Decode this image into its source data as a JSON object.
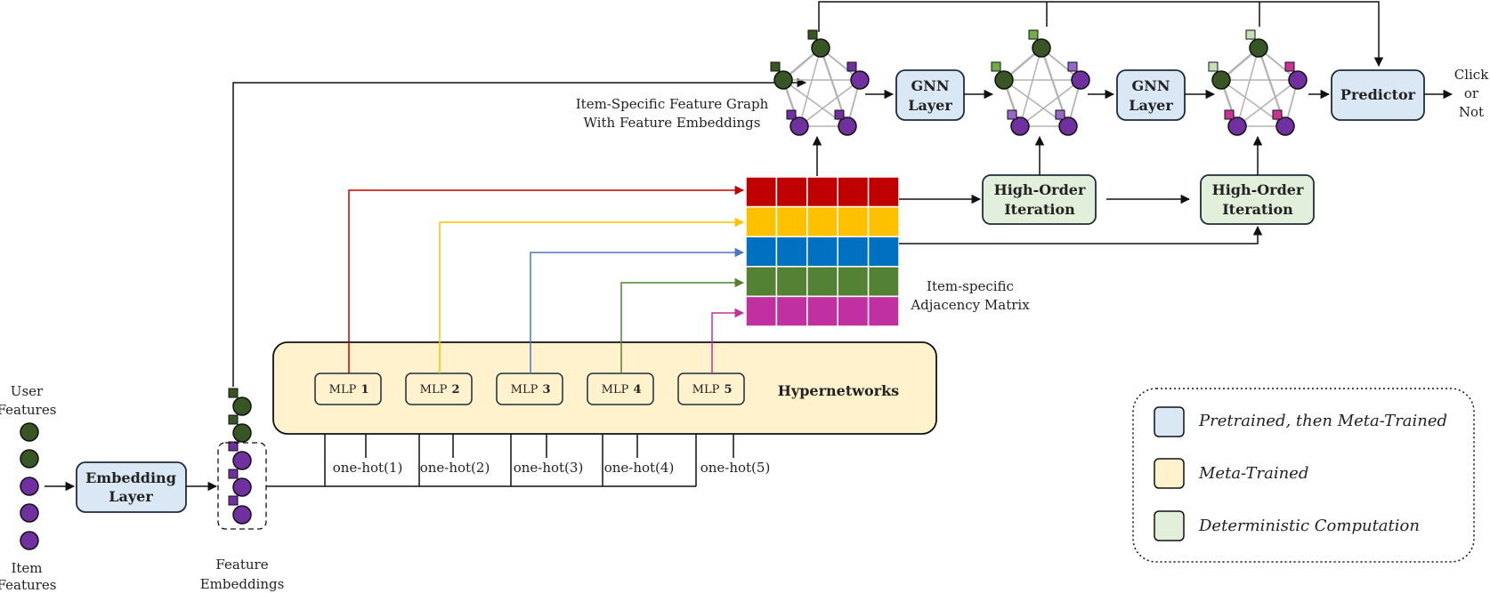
{
  "inputs": {
    "user_features": [
      "User",
      "Features"
    ],
    "item_features": [
      "Item",
      "Features"
    ],
    "feature_embeddings": [
      "Feature",
      "Embeddings"
    ]
  },
  "embedding_layer": [
    "Embedding",
    "Layer"
  ],
  "hypernetworks": {
    "label": "Hypernetworks",
    "mlp_prefix": "MLP",
    "mlps": [
      {
        "num": "1",
        "color": "#c00000",
        "onehot": "one-hot(1)"
      },
      {
        "num": "2",
        "color": "#e0a800",
        "onehot": "one-hot(2)"
      },
      {
        "num": "3",
        "color": "#4a78c0",
        "onehot": "one-hot(3)"
      },
      {
        "num": "4",
        "color": "#548235",
        "onehot": "one-hot(4)"
      },
      {
        "num": "5",
        "color": "#c030a0",
        "onehot": "one-hot(5)"
      }
    ]
  },
  "adjacency": {
    "label": [
      "Item-specific",
      "Adjacency Matrix"
    ],
    "row_colors": [
      "#c00000",
      "#ffc000",
      "#0070c0",
      "#548235",
      "#c030a0"
    ]
  },
  "feature_graph_label": [
    "Item-Specific Feature Graph",
    "With Feature Embeddings"
  ],
  "gnn_layer": [
    "GNN",
    "Layer"
  ],
  "high_order": [
    "High-Order",
    "Iteration"
  ],
  "predictor": "Predictor",
  "output": [
    "Click",
    "or",
    "Not"
  ],
  "legend": [
    {
      "label": "Pretrained, then Meta-Trained",
      "color": "#dae8f5"
    },
    {
      "label": "Meta-Trained",
      "color": "#fff2cc"
    },
    {
      "label": "Deterministic Computation",
      "color": "#e2efda"
    }
  ],
  "colors": {
    "green_node": "#375623",
    "purple_node": "#7030a0",
    "blue_box": "#dae8f5",
    "yellow_box": "#fff2cc",
    "green_box": "#e2efda"
  }
}
